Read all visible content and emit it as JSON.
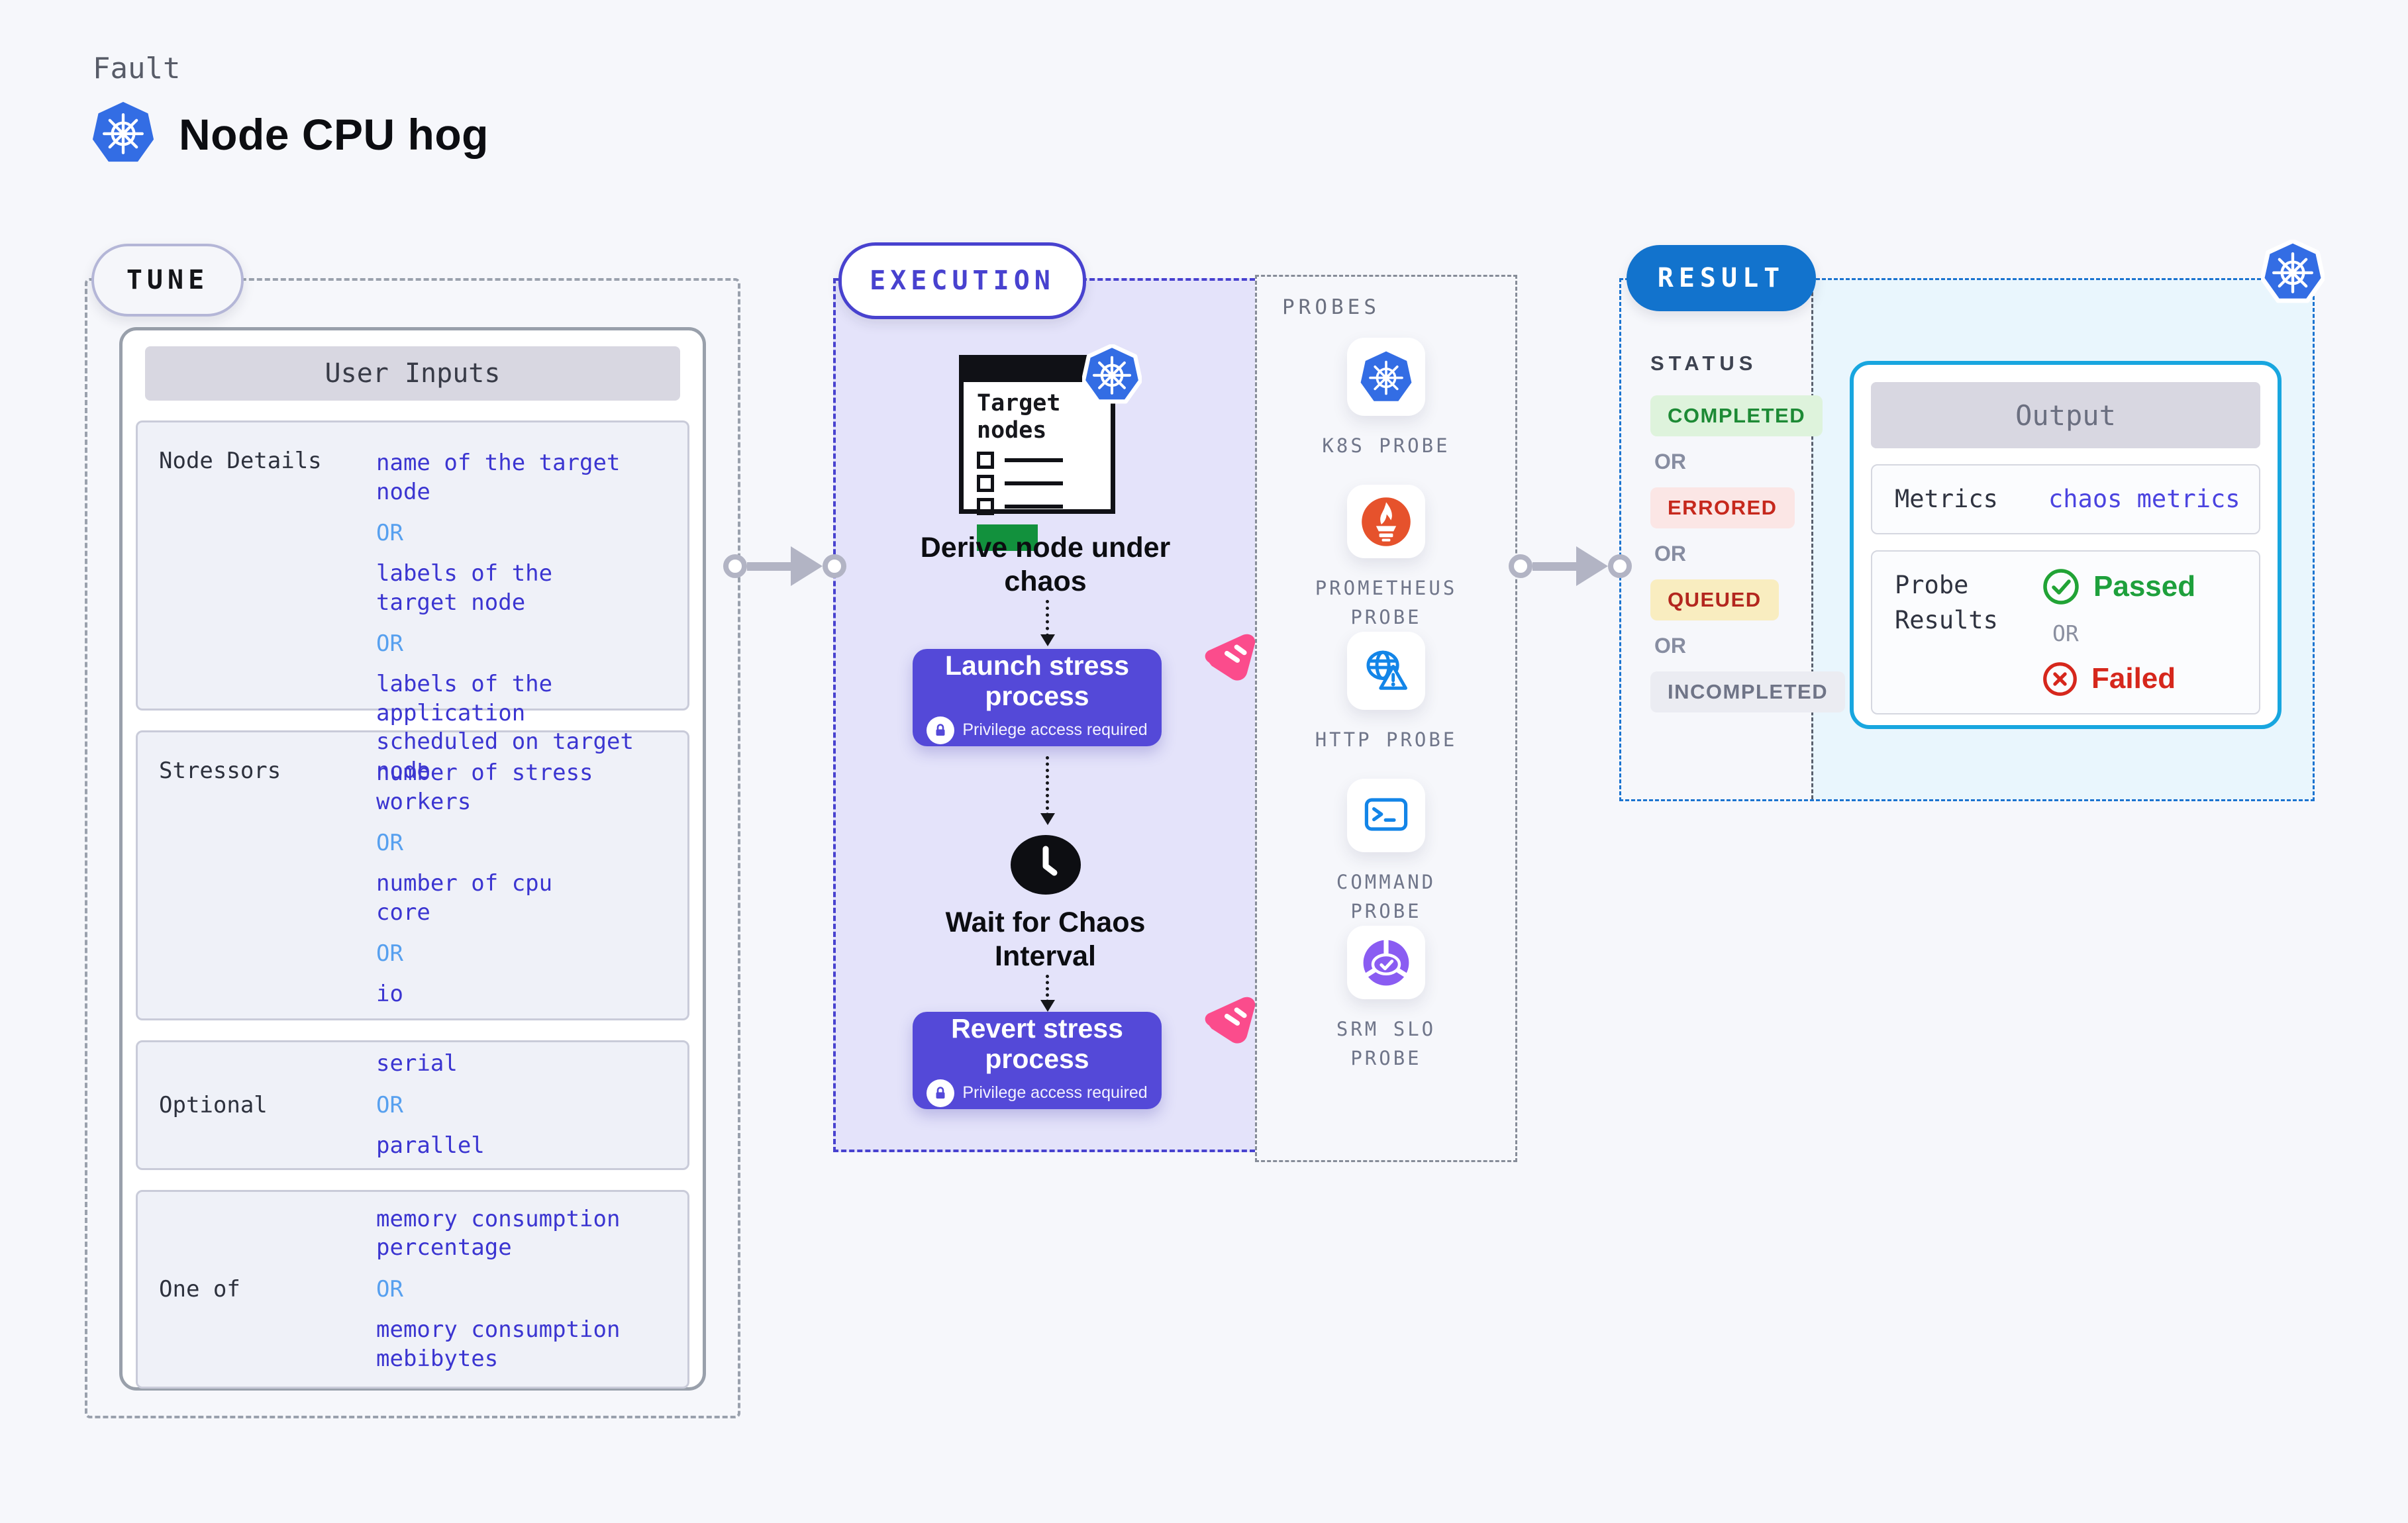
{
  "header": {
    "kicker": "Fault",
    "title": "Node CPU hog"
  },
  "tune": {
    "badge": "TUNE",
    "table_title": "User Inputs",
    "rows": [
      {
        "label": "Node Details",
        "items": [
          "name of the target\nnode",
          "OR",
          "labels of the\ntarget node",
          "OR",
          "labels of the application\n scheduled on target node"
        ]
      },
      {
        "label": "Stressors",
        "items": [
          "number of stress\nworkers",
          "OR",
          "number of cpu\ncore",
          "OR",
          "io"
        ]
      },
      {
        "label": "Optional",
        "items": [
          "serial",
          "OR",
          "parallel"
        ]
      },
      {
        "label": "One of",
        "items": [
          "memory consumption\npercentage",
          "OR",
          "memory consumption\nmebibytes"
        ]
      }
    ]
  },
  "execution": {
    "badge": "EXECUTION",
    "target_card_title": "Target\nnodes",
    "derive_label": "Derive node under\nchaos",
    "launch_label": "Launch stress\nprocess",
    "revert_label": "Revert stress\nprocess",
    "privilege_label": "Privilege access required",
    "wait_label": "Wait for Chaos\nInterval"
  },
  "probes": {
    "title": "PROBES",
    "items": [
      {
        "name": "K8S PROBE",
        "icon": "kubernetes-icon"
      },
      {
        "name": "PROMETHEUS\nPROBE",
        "icon": "prometheus-icon"
      },
      {
        "name": "HTTP PROBE",
        "icon": "http-globe-icon"
      },
      {
        "name": "COMMAND\nPROBE",
        "icon": "command-terminal-icon"
      },
      {
        "name": "SRM SLO\nPROBE",
        "icon": "srm-slo-icon"
      }
    ]
  },
  "result": {
    "badge": "RESULT",
    "status_title": "STATUS",
    "or_label": "OR",
    "statuses": [
      {
        "label": "COMPLETED",
        "style": "background:#def3dc;color:#1d8a35;"
      },
      {
        "label": "ERRORED",
        "style": "background:#fbe6e5;color:#c6281c;"
      },
      {
        "label": "QUEUED",
        "style": "background:#f9edc0;color:#b3261e;"
      },
      {
        "label": "INCOMPLETED",
        "style": "background:#ebecf2;color:#6f7487;"
      }
    ],
    "output": {
      "title": "Output",
      "metrics_label": "Metrics",
      "metrics_value": "chaos metrics",
      "probe_results_label": "Probe\nResults",
      "passed_label": "Passed",
      "or_label": "OR",
      "failed_label": "Failed"
    }
  },
  "colors": {
    "accent_indigo": "#4842cf",
    "button_indigo": "#5449d8",
    "value_blue": "#3b35d1",
    "or_blue": "#57a0ef",
    "kubernetes_blue": "#336de4",
    "result_blue": "#1273cd",
    "output_border": "#18a6df",
    "passed_green": "#1ea03c",
    "failed_red": "#d6271c",
    "pink_badge": "#fb4c8c"
  }
}
